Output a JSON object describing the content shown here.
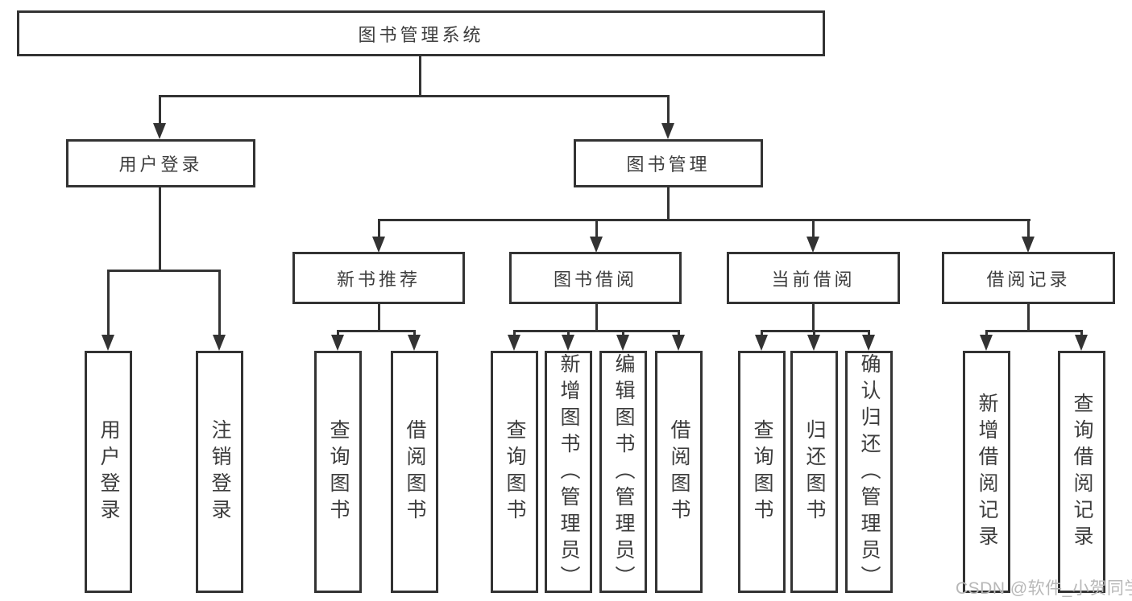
{
  "tree": {
    "label": "图书管理系统",
    "children": [
      {
        "label": "用户登录",
        "children": [
          {
            "label": "用户登录"
          },
          {
            "label": "注销登录"
          }
        ]
      },
      {
        "label": "图书管理",
        "children": [
          {
            "label": "新书推荐",
            "children": [
              {
                "label": "查询图书"
              },
              {
                "label": "借阅图书"
              }
            ]
          },
          {
            "label": "图书借阅",
            "children": [
              {
                "label": "查询图书"
              },
              {
                "label": "新增图书（管理员）"
              },
              {
                "label": "编辑图书（管理员）"
              },
              {
                "label": "借阅图书"
              }
            ]
          },
          {
            "label": "当前借阅",
            "children": [
              {
                "label": "查询图书"
              },
              {
                "label": "归还图书"
              },
              {
                "label": "确认归还（管理员）"
              }
            ]
          },
          {
            "label": "借阅记录",
            "children": [
              {
                "label": "新增借阅记录"
              },
              {
                "label": "查询借阅记录"
              }
            ]
          }
        ]
      }
    ]
  },
  "watermark": {
    "text": "CSDN @软件_小贺同学"
  },
  "colors": {
    "background": "#ffffff",
    "line": "#333333",
    "box_fill": "#ffffff",
    "text": "#3d3d3d",
    "watermark": "#b8b8b8"
  }
}
